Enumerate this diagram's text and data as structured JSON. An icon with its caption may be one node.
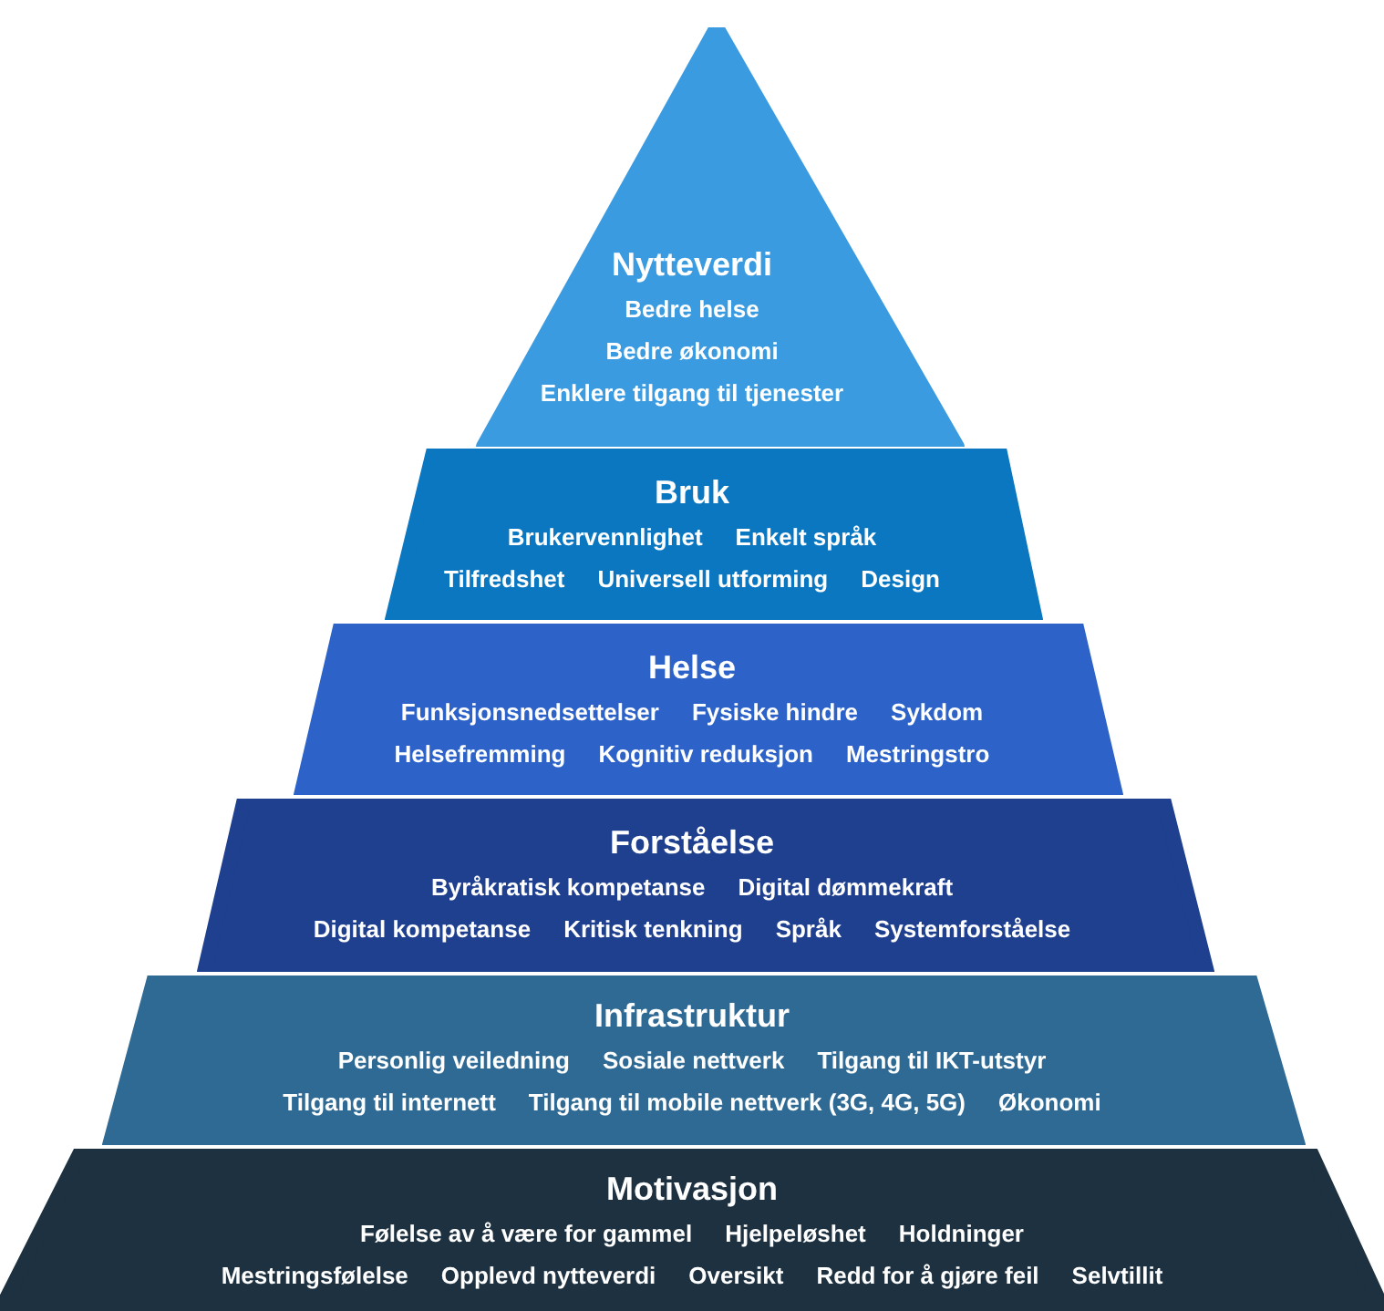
{
  "diagram": {
    "nodes": [
      {
        "text": [
          "Nytteverdi",
          "Bedre helse",
          "Bedre økonomi",
          "Enklere tilgang til tjenester"
        ]
      },
      {
        "text": [
          "Bruk",
          "Brukervennlighet",
          "Enkelt språk",
          "Tilfredshet",
          "Universell utforming",
          "Design"
        ]
      },
      {
        "text": [
          "Helse",
          "Funksjonsnedsettelser",
          "Fysiske hindre",
          "Sykdom",
          "Helsefremming",
          "Kognitiv reduksjon",
          "Mestringstro"
        ]
      },
      {
        "text": [
          "Forståelse",
          "Byråkratisk kompetanse",
          "Digital dømmekraft",
          "Digital kompetanse",
          "Kritisk tenkning",
          "Språk",
          "Systemforståelse"
        ]
      },
      {
        "text": [
          "Infrastruktur",
          "Personlig veiledning",
          "Sosiale nettverk",
          "Tilgang til IKT-utstyr",
          "Tilgang til internett",
          "Tilgang til mobile nettverk (3G, 4G, 5G)",
          "Økonomi"
        ]
      },
      {
        "text": [
          "Motivasjon",
          "Følelse av å være for gammel",
          "Hjelpeløshet",
          "Holdninger",
          "Mestringsfølelse",
          "Opplevd nytteverdi",
          "Oversikt",
          "Redd for å gjøre feil",
          "Selvtillit"
        ]
      }
    ]
  }
}
